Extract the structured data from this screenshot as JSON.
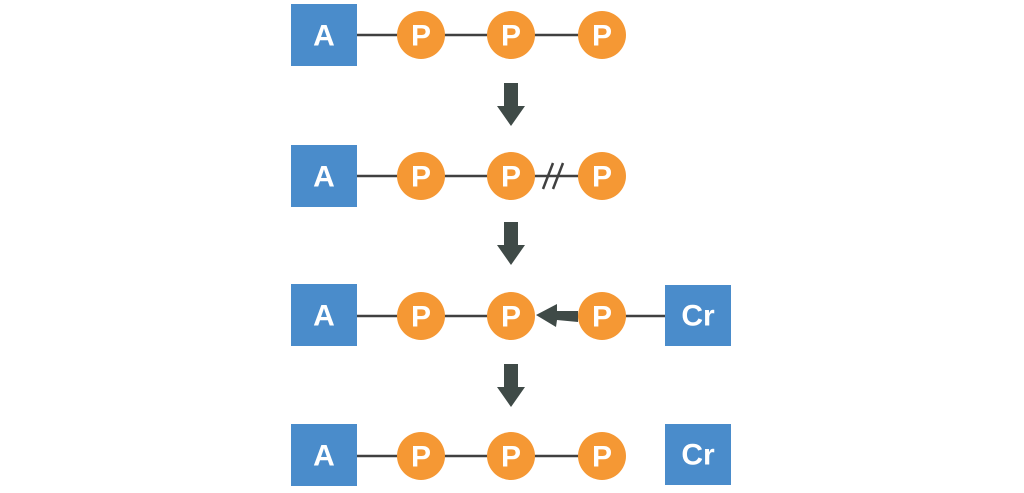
{
  "colors": {
    "adenosine_box": "#4a8ccb",
    "creatine_box": "#4a8ccb",
    "phosphate": "#f59834",
    "bond_line": "#404040",
    "arrow": "#3f4a47"
  },
  "labels": {
    "adenosine": "A",
    "phosphate": "P",
    "creatine": "Cr"
  },
  "steps": [
    {
      "id": "atp",
      "phosphates": [
        "P",
        "P",
        "P"
      ],
      "bonds": [
        "intact",
        "intact",
        "intact"
      ],
      "creatine": false
    },
    {
      "id": "atp-bond-breaking",
      "phosphates": [
        "P",
        "P",
        "P"
      ],
      "bonds": [
        "intact",
        "intact",
        "broken"
      ],
      "creatine": false
    },
    {
      "id": "phosphocreatine-transfer",
      "phosphates": [
        "P",
        "P",
        "P"
      ],
      "bonds": [
        "intact",
        "intact",
        "transfer-arrow"
      ],
      "creatine": true,
      "creatine_bonded": true
    },
    {
      "id": "atp-regenerated",
      "phosphates": [
        "P",
        "P",
        "P"
      ],
      "bonds": [
        "intact",
        "intact",
        "intact"
      ],
      "creatine": true,
      "creatine_bonded": false
    }
  ]
}
